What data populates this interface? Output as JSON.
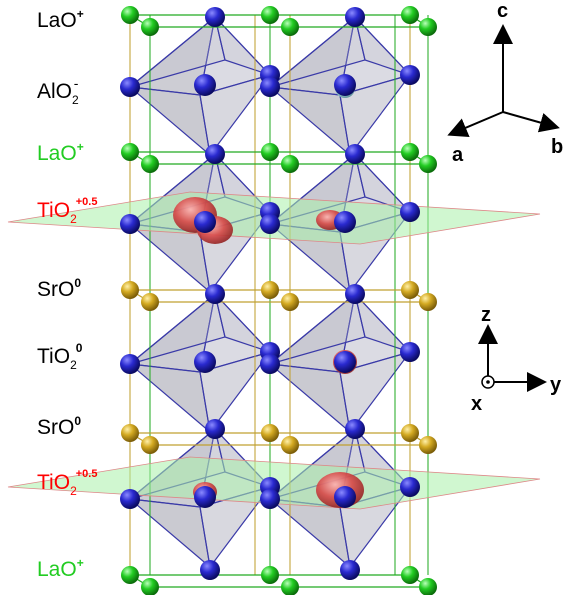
{
  "layers": [
    {
      "id": "lao-top",
      "main": "LaO",
      "sub": "",
      "sup": "+",
      "color": "#000000",
      "planeColor": "#000000"
    },
    {
      "id": "alo2",
      "main": "AlO",
      "sub": "2",
      "sup": "-",
      "color": "#000000"
    },
    {
      "id": "lao-mid",
      "main": "LaO",
      "sub": "",
      "sup": "+",
      "color": "#22cc22"
    },
    {
      "id": "tio2-upper",
      "main": "TiO",
      "sub": "2",
      "sup": "+0.5",
      "color": "#ff0000"
    },
    {
      "id": "sro-upper",
      "main": "SrO",
      "sub": "",
      "sup": "0",
      "color": "#000000"
    },
    {
      "id": "tio2-mid",
      "main": "TiO",
      "sub": "2",
      "sup": "0",
      "color": "#000000"
    },
    {
      "id": "sro-lower",
      "main": "SrO",
      "sub": "",
      "sup": "0",
      "color": "#000000"
    },
    {
      "id": "tio2-lower",
      "main": "TiO",
      "sub": "2",
      "sup": "+0.5",
      "color": "#ff0000"
    },
    {
      "id": "lao-bottom",
      "main": "LaO",
      "sub": "",
      "sup": "+",
      "color": "#22cc22"
    }
  ],
  "crystal_axes": {
    "c": "c",
    "a": "a",
    "b": "b"
  },
  "cartesian_axes": {
    "z": "z",
    "x": "x",
    "y": "y"
  },
  "colors": {
    "la_atom": "#22cc22",
    "sr_atom": "#d4aa22",
    "ti_al_atom": "#2a2ab8",
    "octahedron": "#a0a0b0",
    "interface_plane": "#aaf0aa",
    "charge_density": "#d84040"
  }
}
